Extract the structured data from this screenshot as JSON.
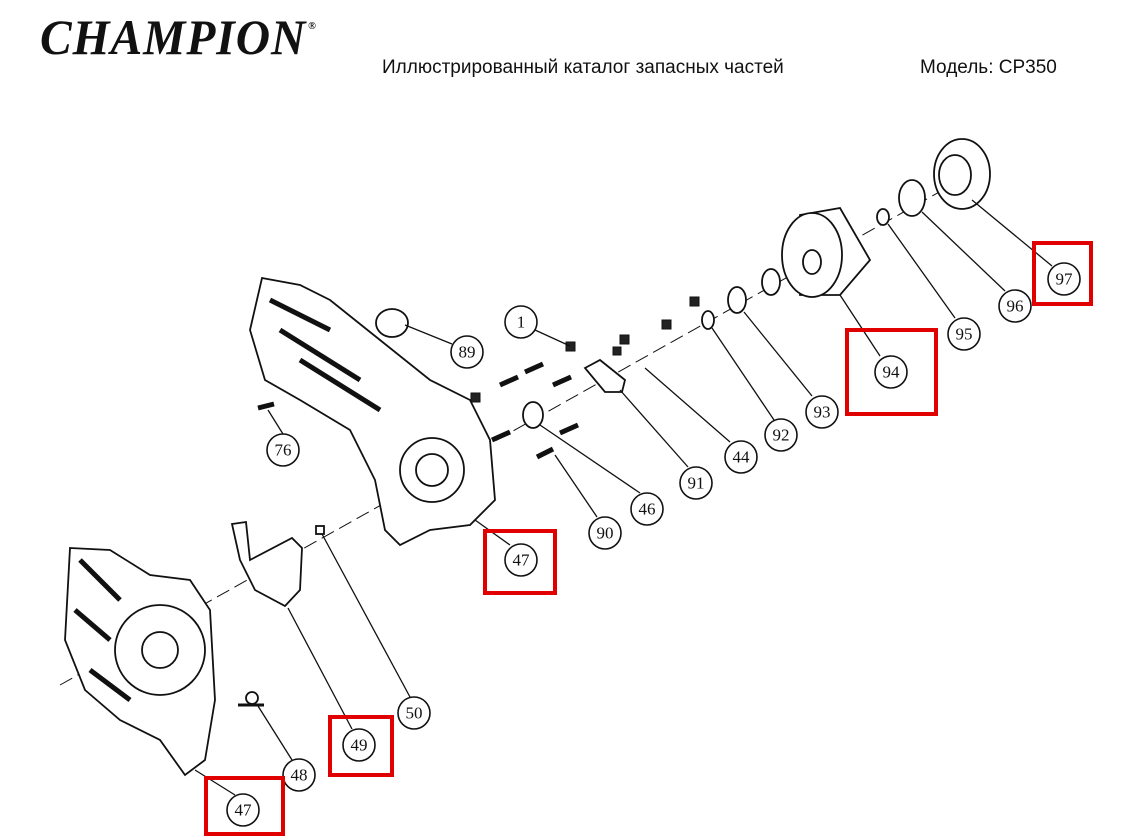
{
  "header": {
    "brand": "CHAMPION",
    "registered_mark": "®",
    "subtitle": "Иллюстрированный каталог запасных частей",
    "model_label": "Модель:",
    "model_value": "CP350"
  },
  "callouts": [
    "1",
    "89",
    "76",
    "44",
    "91",
    "92",
    "93",
    "94",
    "95",
    "96",
    "97",
    "46",
    "90",
    "47",
    "50",
    "49",
    "48",
    "47"
  ],
  "highlighted": [
    "94",
    "97",
    "47",
    "49",
    "47"
  ],
  "highlight_color": "#e00000"
}
